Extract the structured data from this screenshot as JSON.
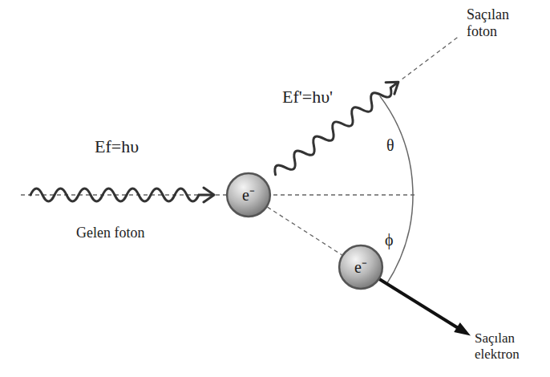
{
  "diagram": {
    "nodes": [
      {
        "text": [
          "e⁻"
        ]
      },
      {
        "text": [
          "e⁻"
        ]
      }
    ],
    "edges": [
      {
        "from": 0,
        "to": 1,
        "arrow": "none"
      }
    ],
    "labels": [
      "Ef=hυ",
      "Gelen foton",
      "Ef'=hυ'",
      "Saçılan foton",
      "θ",
      "ϕ",
      "Saçılan elektron"
    ]
  }
}
